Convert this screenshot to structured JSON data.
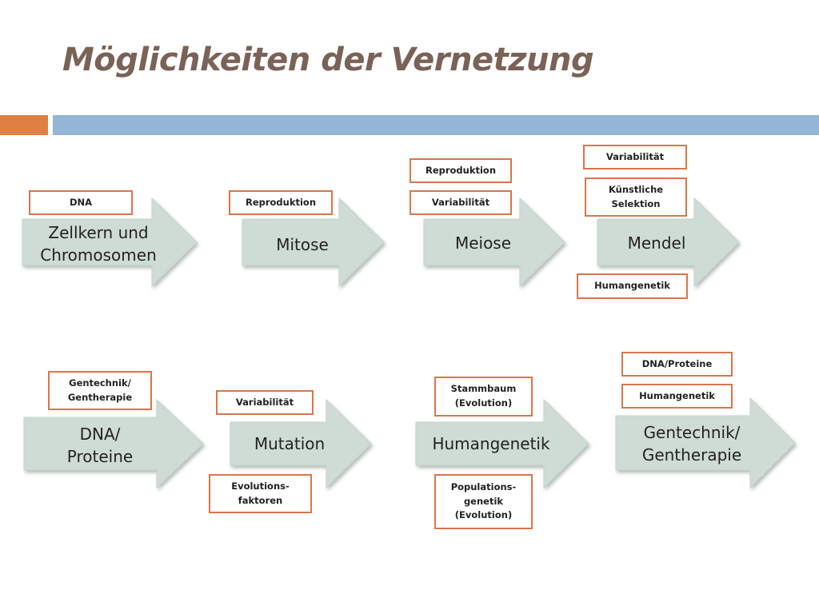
{
  "title": "Möglichkeiten der Vernetzung",
  "colors": {
    "accent_orange": "#de8043",
    "accent_blue": "#93b5d6",
    "arrow_fill": "#cfdcd5",
    "tag_border": "#d9764a",
    "title": "#7a6257"
  },
  "arrows": [
    {
      "label": "Zellkern und\nChromosomen"
    },
    {
      "label": "Mitose"
    },
    {
      "label": "Meiose"
    },
    {
      "label": "Mendel"
    },
    {
      "label": "DNA/\nProteine"
    },
    {
      "label": "Mutation"
    },
    {
      "label": "Humangenetik"
    },
    {
      "label": "Gentechnik/\nGentherapie"
    }
  ],
  "tags": [
    {
      "text": "DNA"
    },
    {
      "text": "Reproduktion"
    },
    {
      "text": "Reproduktion"
    },
    {
      "text": "Variabilität"
    },
    {
      "text": "Variabilität"
    },
    {
      "text": "Künstliche\nSelektion"
    },
    {
      "text": "Humangenetik"
    },
    {
      "text": "Gentechnik/\nGentherapie"
    },
    {
      "text": "Variabilität"
    },
    {
      "text": "Evolutions-\nfaktoren"
    },
    {
      "text": "Stammbaum\n(Evolution)"
    },
    {
      "text": "Populations-\ngenetik\n(Evolution)"
    },
    {
      "text": "DNA/Proteine"
    },
    {
      "text": "Humangenetik"
    }
  ]
}
